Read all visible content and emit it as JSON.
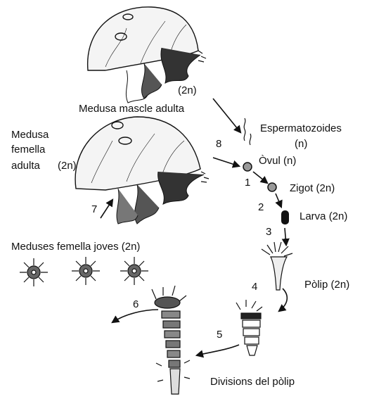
{
  "labels": {
    "male_ploidy": "(2n)",
    "male_adult": "Medusa mascle adulta",
    "female_adult_line1": "Medusa",
    "female_adult_line2": "femella",
    "female_adult_line3": "adulta",
    "female_ploidy": "(2n)",
    "sperm_line1": "Espermatozoides",
    "sperm_line2": "(n)",
    "ovum": "Òvul (n)",
    "zygote": "Zigot (2n)",
    "larva": "Larva (2n)",
    "polyp": "Pòlip (2n)",
    "polyp_divisions": "Divisions del pòlip",
    "young_females": "Meduses femella joves (2n)"
  },
  "steps": [
    "1",
    "2",
    "3",
    "4",
    "5",
    "6",
    "7",
    "8"
  ],
  "colors": {
    "ink": "#111111",
    "shade": "#333333",
    "paper": "#ffffff"
  }
}
